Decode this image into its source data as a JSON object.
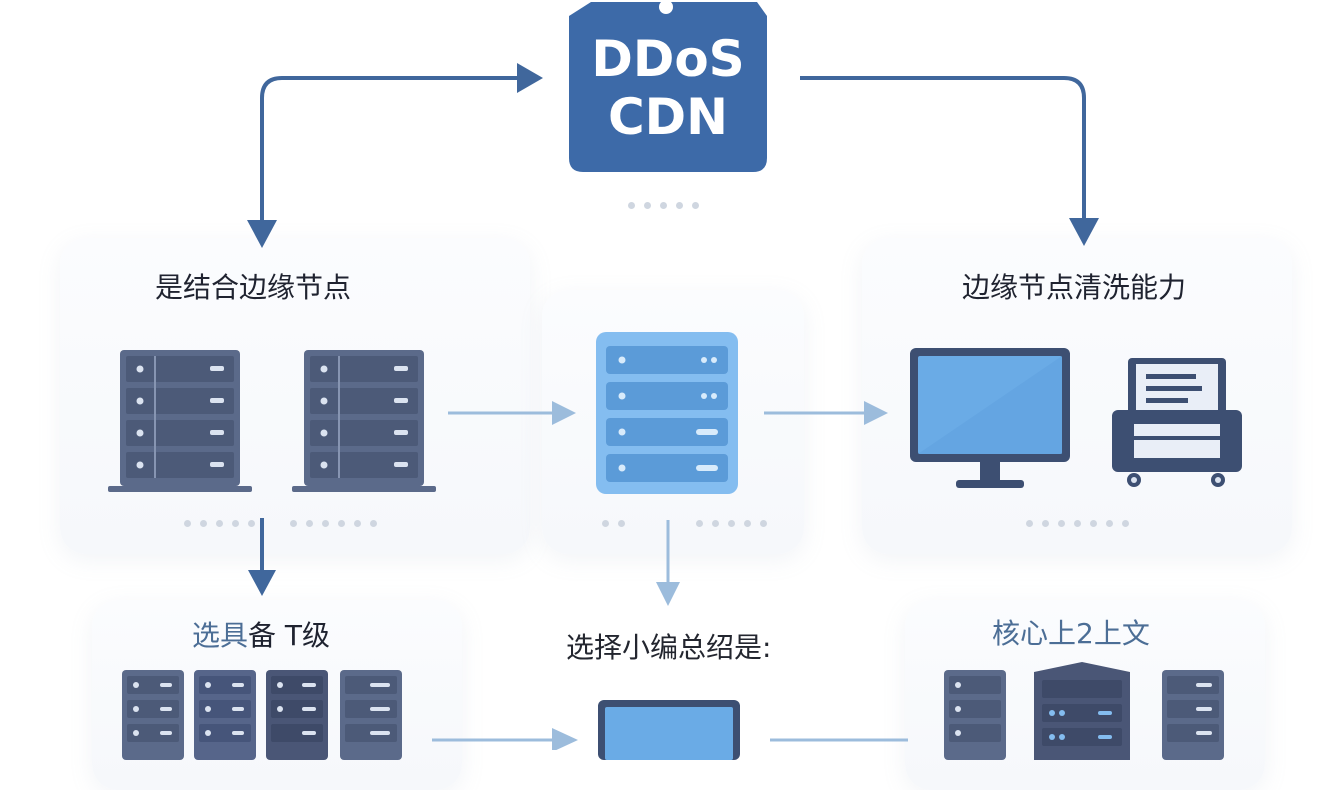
{
  "tag": {
    "line1": "DDoS",
    "line2": "CDN"
  },
  "labels": {
    "left_top": "是结合边缘节点",
    "right_top": "边缘节点清洗能力",
    "left_bottom_blue": "选具",
    "left_bottom_dark": "备 T级",
    "center_bottom": "选择小编总绍是:",
    "right_bottom": "核心上2上文"
  },
  "icons": {
    "server": "server-rack-icon",
    "monitor": "monitor-icon",
    "printer": "printer-icon",
    "laptop": "laptop-icon"
  },
  "colors": {
    "primary_blue": "#3d6aa8",
    "arrow_dark": "#40679c",
    "arrow_light": "#9cbcdc",
    "server_slate": "#5b6a8a",
    "server_light": "#84bdf0",
    "monitor_screen": "#6aabe6",
    "label_blue": "#4c6e96",
    "dots": "#cfd6e0"
  }
}
